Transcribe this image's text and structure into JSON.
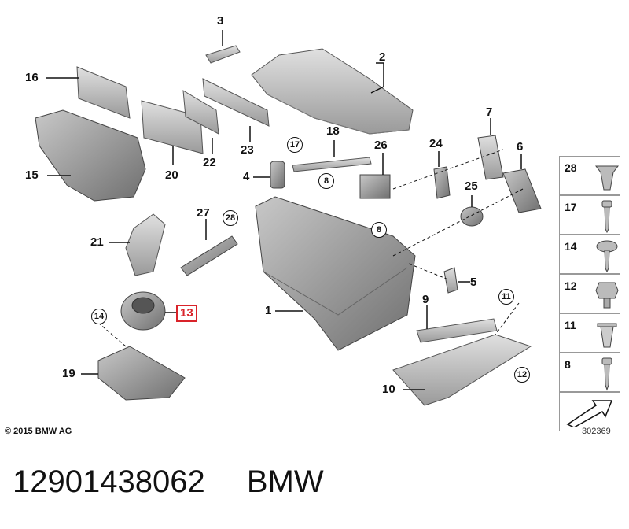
{
  "callouts": {
    "c1": "1",
    "c2": "2",
    "c3": "3",
    "c4": "4",
    "c5": "5",
    "c6": "6",
    "c7": "7",
    "c8a": "8",
    "c8b": "8",
    "c9": "9",
    "c10": "10",
    "c11": "11",
    "c12": "12",
    "c13": "13",
    "c14": "14",
    "c15": "15",
    "c16": "16",
    "c17": "17",
    "c18": "18",
    "c19": "19",
    "c20": "20",
    "c21": "21",
    "c22": "22",
    "c23": "23",
    "c24": "24",
    "c25": "25",
    "c26": "26",
    "c27": "27",
    "c28": "28"
  },
  "legend": [
    "28",
    "17",
    "14",
    "12",
    "11",
    "8"
  ],
  "copyright": "© 2015 BMW AG",
  "diagram_number": "302369",
  "part_number": "12901438062",
  "brand": "BMW",
  "colors": {
    "highlight": "#d9232a",
    "part_fill": "#8a8a8a",
    "part_light": "#d4d4d4"
  }
}
